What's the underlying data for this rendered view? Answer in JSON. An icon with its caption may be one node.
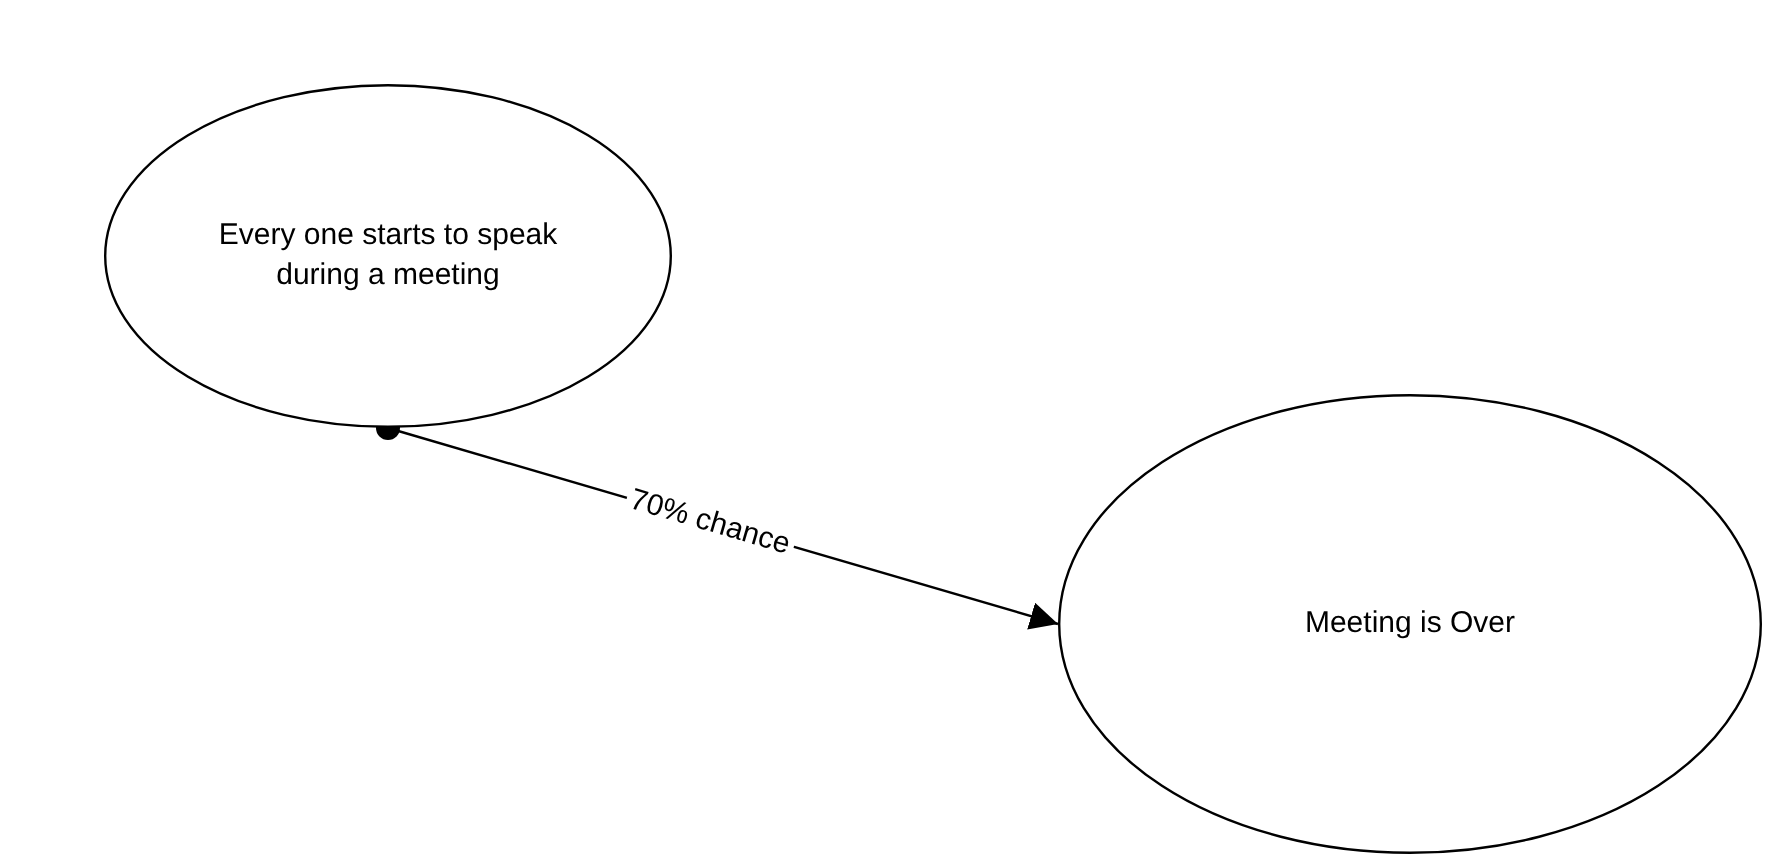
{
  "diagram": {
    "nodes": [
      {
        "text": [
          "Every one starts to speak during a meeting"
        ]
      },
      {
        "text": [
          "Meeting is Over"
        ]
      }
    ],
    "edges": [
      {
        "from": 0,
        "to": 1,
        "arrow": "to",
        "label": "70% chance"
      }
    ]
  }
}
